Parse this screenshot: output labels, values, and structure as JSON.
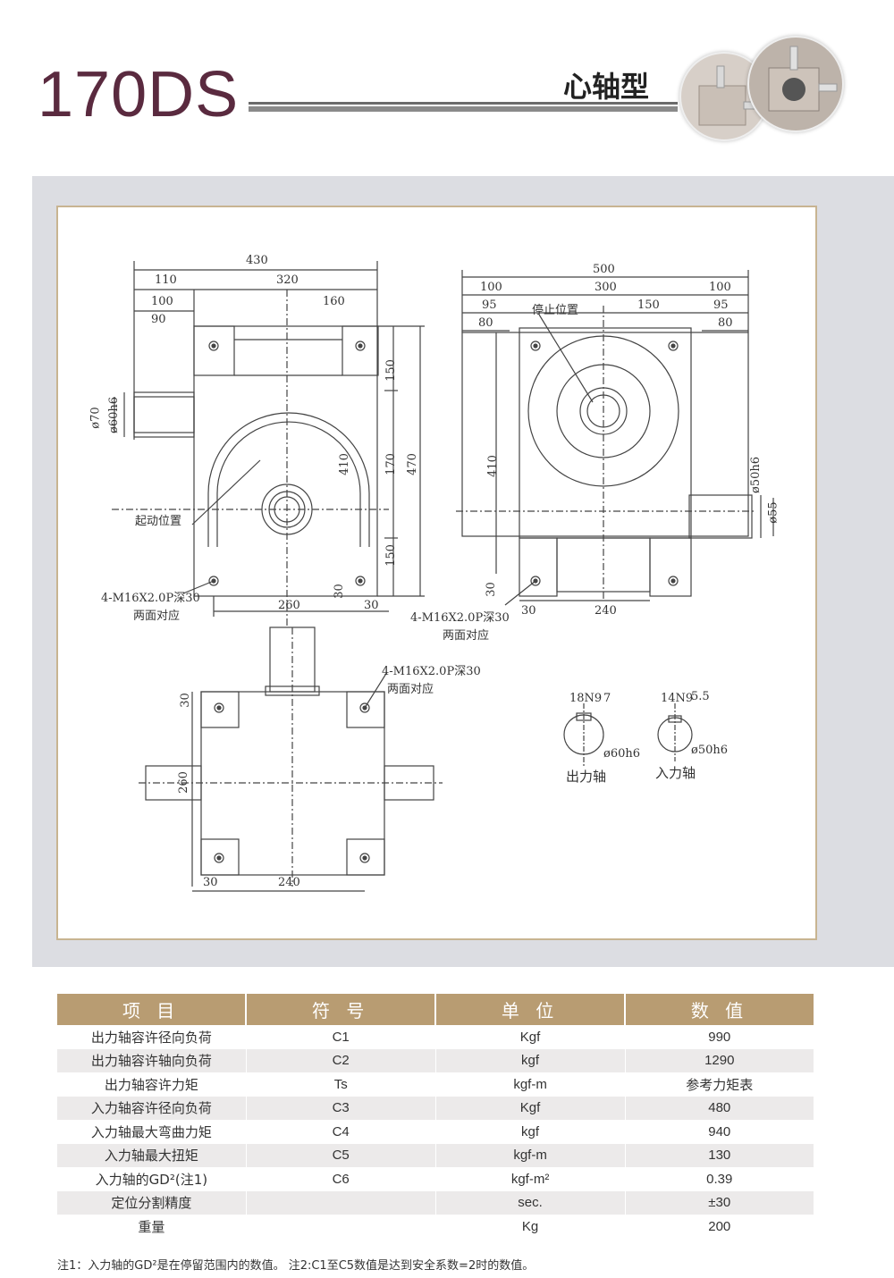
{
  "header": {
    "model": "170DS",
    "type": "心轴型"
  },
  "drawing": {
    "front_view": {
      "overall_width": "430",
      "w_320": "320",
      "w_110": "110",
      "w_100": "100",
      "w_90": "90",
      "w_160": "160",
      "dia_70": "ø70",
      "dia_60h6": "ø60h6",
      "h_150_top": "150",
      "h_170": "170",
      "h_410": "410",
      "h_470": "470",
      "h_150_bottom": "150",
      "start_pos": "起动位置",
      "tap_note": "4-M16X2.0P深30",
      "tap_note2": "两面对应",
      "w_260": "260",
      "w_30": "30",
      "h_30": "30"
    },
    "side_view": {
      "overall_width": "500",
      "w_100_left": "100",
      "w_300": "300",
      "w_100_right": "100",
      "w_95_left": "95",
      "w_95_right": "95",
      "w_80_left": "80",
      "w_80_right": "80",
      "w_150": "150",
      "stop_pos": "停止位置",
      "h_410": "410",
      "dia_50h6": "ø50h6",
      "dia_55": "ø55",
      "h_30": "30",
      "w_30": "30",
      "w_240": "240",
      "tap_note": "4-M16X2.0P深30",
      "tap_note2": "两面对应"
    },
    "top_view": {
      "tap_note": "4-M16X2.0P深30",
      "tap_note2": "两面对应",
      "h_30": "30",
      "h_260": "260",
      "w_30": "30",
      "w_240": "240"
    },
    "shaft_output": {
      "key": "18N9",
      "depth": "7",
      "dia": "ø60h6",
      "label": "出力轴"
    },
    "shaft_input": {
      "key": "14N9",
      "depth": "5.5",
      "dia": "ø50h6",
      "label": "入力轴"
    }
  },
  "table": {
    "headers": [
      "项 目",
      "符 号",
      "单 位",
      "数 值"
    ],
    "rows": [
      {
        "item": "出力轴容许径向负荷",
        "symbol": "C1",
        "unit": "Kgf",
        "value": "990"
      },
      {
        "item": "出力轴容许轴向负荷",
        "symbol": "C2",
        "unit": "kgf",
        "value": "1290"
      },
      {
        "item": "出力轴容许力矩",
        "symbol": "Ts",
        "unit": "kgf-m",
        "value": "参考力矩表"
      },
      {
        "item": "入力轴容许径向负荷",
        "symbol": "C3",
        "unit": "Kgf",
        "value": "480"
      },
      {
        "item": "入力轴最大弯曲力矩",
        "symbol": "C4",
        "unit": "kgf",
        "value": "940"
      },
      {
        "item": "入力轴最大扭矩",
        "symbol": "C5",
        "unit": "kgf-m",
        "value": "130"
      },
      {
        "item": "入力轴的GD²(注1)",
        "symbol": "C6",
        "unit": "kgf-m²",
        "value": "0.39"
      },
      {
        "item": "定位分割精度",
        "symbol": "",
        "unit": "sec.",
        "value": "±30"
      },
      {
        "item": "重量",
        "symbol": "",
        "unit": "Kg",
        "value": "200"
      }
    ]
  },
  "footnote": "注1：入力轴的GD²是在停留范围内的数值。  注2:C1至C5数值是达到安全系数=2时的数值。",
  "colors": {
    "title": "#5a2a3f",
    "header_bg": "#b89c72",
    "band_bg": "#dcdde2",
    "frame": "#c8b491"
  }
}
